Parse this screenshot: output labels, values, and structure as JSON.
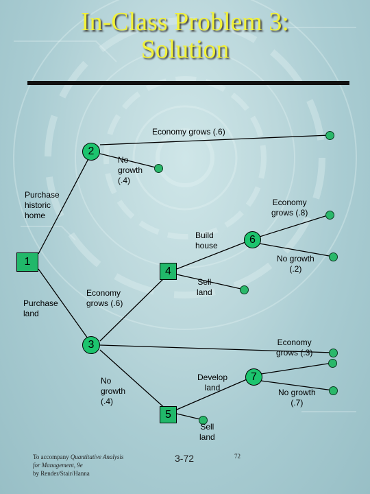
{
  "slide": {
    "title_line1": "In-Class Problem 3:",
    "title_line2": "Solution",
    "footer": {
      "line1_prefix": "To accompany ",
      "line1_italic": "Quantitative Analysis",
      "line2_italic": "for Management, 9e",
      "line3": "by Render/Stair/Hanna"
    },
    "slide_number": "3-72",
    "page_number": "72"
  },
  "tree": {
    "nodes": {
      "n1": "1",
      "n2": "2",
      "n3": "3",
      "n4": "4",
      "n5": "5",
      "n6": "6",
      "n7": "7"
    },
    "labels": {
      "economy_grows_6_top": "Economy grows (.6)",
      "no_growth_4_top": "No\ngrowth\n(.4)",
      "purchase_historic_home": "Purchase\nhistoric\nhome",
      "economy_grows_8": "Economy\ngrows (.8)",
      "build_house": "Build\nhouse",
      "no_growth_2": "No growth\n(.2)",
      "sell_land_1": "Sell\nland",
      "purchase_land": "Purchase\nland",
      "economy_grows_6_mid": "Economy\ngrows (.6)",
      "economy_grows_3": "Economy\ngrows (.3)",
      "develop_land": "Develop\nland",
      "no_growth_4_low": "No\ngrowth\n(.4)",
      "no_growth_7": "No growth\n(.7)",
      "sell_land_2": "Sell\nland"
    },
    "colors": {
      "node_fill": "#1cc46e",
      "decision_fill": "#21b86a",
      "line": "#000000",
      "title": "#f2f23a"
    }
  }
}
